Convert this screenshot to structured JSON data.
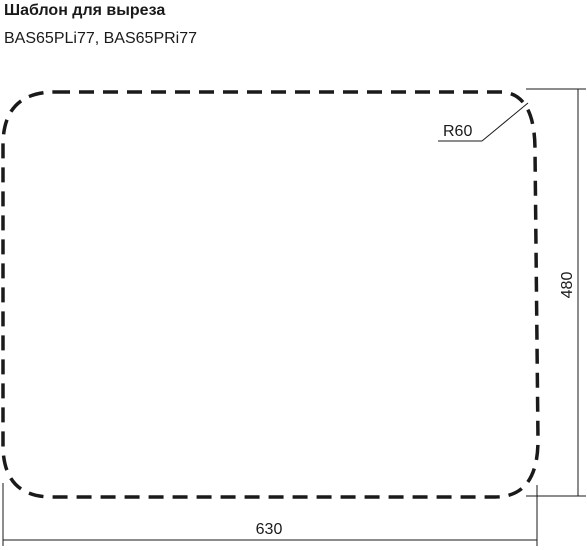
{
  "header": {
    "title": "Шаблон для выреза",
    "subtitle": "BAS65PLi77, BAS65PRi77"
  },
  "template": {
    "width": "630",
    "height": "480",
    "radius_label": "R60",
    "outline_style": "dashed",
    "stroke_color": "#1a1a1a"
  }
}
